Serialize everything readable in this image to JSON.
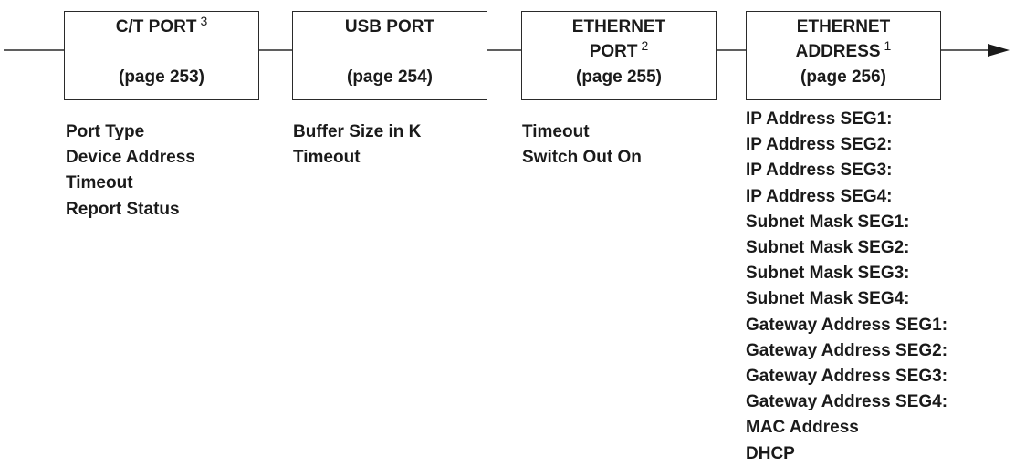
{
  "menus": [
    {
      "title_lines": [
        "C/T PORT"
      ],
      "footnote": "3",
      "page": "(page 253)",
      "items": [
        "Port Type",
        "Device Address",
        "Timeout",
        "Report Status"
      ]
    },
    {
      "title_lines": [
        "USB PORT"
      ],
      "footnote": "",
      "page": "(page 254)",
      "items": [
        "Buffer Size in K",
        "Timeout"
      ]
    },
    {
      "title_lines": [
        "ETHERNET",
        "PORT"
      ],
      "footnote": "2",
      "page": "(page 255)",
      "items": [
        "Timeout",
        "Switch Out On"
      ]
    },
    {
      "title_lines": [
        "ETHERNET",
        "ADDRESS"
      ],
      "footnote": "1",
      "page": "(page 256)",
      "items": [
        "IP Address SEG1:",
        "IP Address SEG2:",
        "IP Address SEG3:",
        "IP Address SEG4:",
        "Subnet Mask SEG1:",
        "Subnet Mask SEG2:",
        "Subnet Mask SEG3:",
        "Subnet Mask SEG4:",
        "Gateway Address SEG1:",
        "Gateway Address SEG2:",
        "Gateway Address SEG3:",
        "Gateway Address SEG4:",
        "MAC Address",
        "DHCP"
      ]
    }
  ]
}
